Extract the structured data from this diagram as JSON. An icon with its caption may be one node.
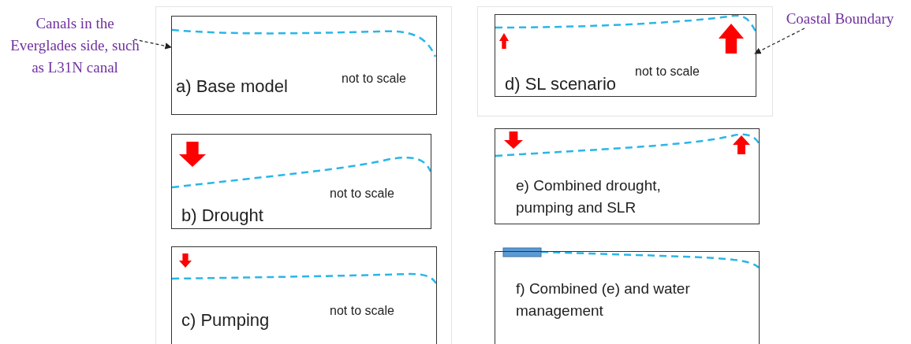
{
  "diagram": {
    "nodes": [
      {
        "text": [
          "Canals in the Everglades side, such as L31N canal"
        ]
      },
      {
        "text": [
          "a) Base model",
          "not to scale"
        ]
      },
      {
        "text": [
          "d) SL scenario",
          "not to scale"
        ]
      },
      {
        "text": [
          "Coastal Boundary"
        ]
      },
      {
        "text": [
          "b) Drought",
          "not to scale"
        ]
      },
      {
        "text": [
          "e) Combined drought, pumping and SLR"
        ]
      },
      {
        "text": [
          "c) Pumping",
          "not to scale"
        ]
      },
      {
        "text": [
          "f) Combined (e) and water management"
        ]
      }
    ],
    "edges": [
      {
        "from": 0,
        "to": 1,
        "arrow": "to",
        "style": "dashed"
      },
      {
        "from": 3,
        "to": 2,
        "arrow": "to",
        "style": "dashed"
      }
    ]
  }
}
